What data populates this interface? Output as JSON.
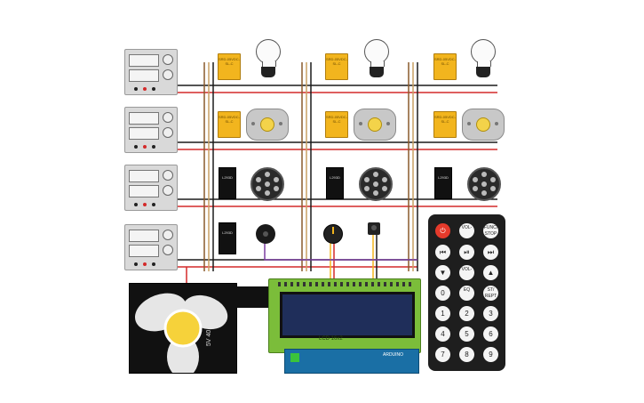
{
  "diagram": {
    "relay_label": "SRD-05VDC-SL-C",
    "driver_label": "L293D",
    "fan_label": "5V 40",
    "lcd_label": "LCD 16x2",
    "arduino_label": "ARDUINO",
    "remote": {
      "row1": [
        "⏻",
        "VOL-",
        "FUNC/\nSTOP"
      ],
      "row2": [
        "⏮",
        "⏯",
        "⏭"
      ],
      "row3": [
        "▼",
        "VOL-",
        "▲"
      ],
      "row4": [
        "0",
        "EQ",
        "ST/\nREPT"
      ],
      "row5": [
        "1",
        "2",
        "3"
      ],
      "row6": [
        "4",
        "5",
        "6"
      ],
      "row7": [
        "7",
        "8",
        "9"
      ]
    },
    "colors": {
      "wire_black": "#1b1b1b",
      "wire_red": "#d42a2a",
      "wire_brown": "#8a5a2b",
      "wire_tan": "#c8a064",
      "relay_yellow": "#f2b51e",
      "lcd_green": "#7bbd3a",
      "arduino_blue": "#1a6fa5",
      "fan_yellow": "#f6d23a"
    }
  }
}
